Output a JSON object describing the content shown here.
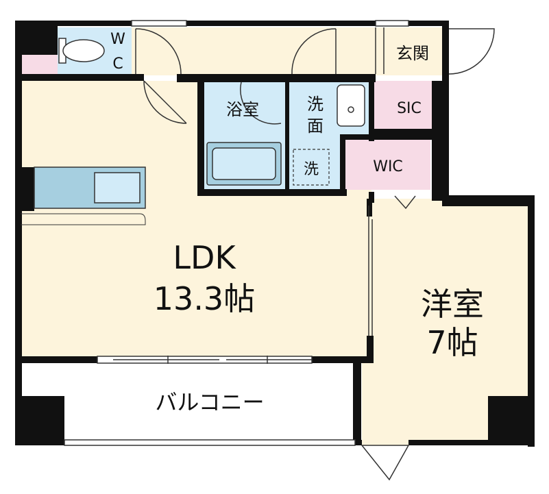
{
  "rooms": {
    "wc_line1": "W",
    "wc_line2": "C",
    "entrance": "玄関",
    "bath": "浴室",
    "wash_line1": "洗",
    "wash_line2": "面",
    "washer": "洗",
    "sic": "SIC",
    "wic": "WIC",
    "ldk_name": "LDK",
    "ldk_size": "13.3帖",
    "western_name": "洋室",
    "western_size": "7帖",
    "balcony": "バルコニー"
  },
  "colors": {
    "floor": "#fdf4dc",
    "wet_area": "#d2ebf8",
    "storage": "#f7dbe6",
    "wall": "#111111",
    "balcony": "#ffffff",
    "fixture": "#a6cfe0"
  }
}
